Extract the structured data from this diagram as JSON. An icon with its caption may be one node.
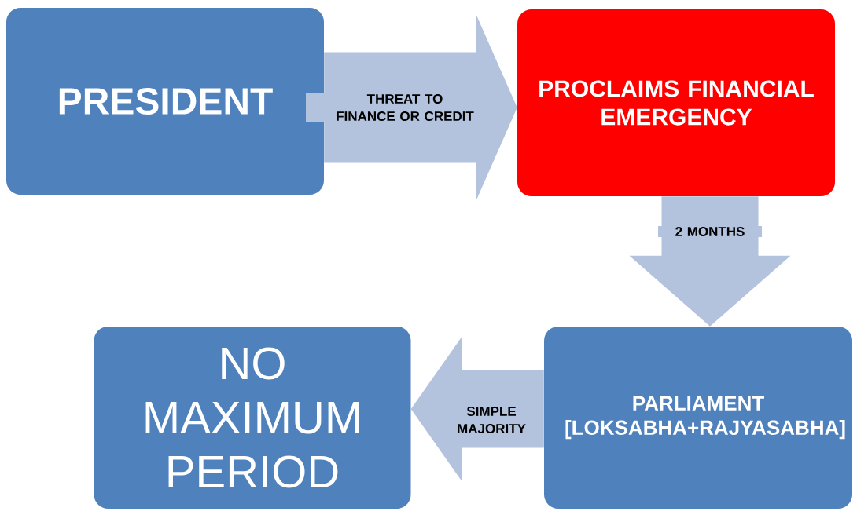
{
  "diagram": {
    "nodes": [
      {
        "text": [
          "PRESIDENT"
        ]
      },
      {
        "text": [
          "PROCLAIMS FINANCIAL EMERGENCY"
        ]
      },
      {
        "text": [
          "PARLIAMENT [LOKSABHA+RAJYASABHA]"
        ]
      },
      {
        "text": [
          "NO MAXIMUM PERIOD"
        ]
      }
    ],
    "edges": [
      {
        "from": 0,
        "to": 1,
        "arrow": "to",
        "label": "THREAT TO FINANCE OR CREDIT"
      },
      {
        "from": 1,
        "to": 2,
        "arrow": "to",
        "label": "2 MONTHS"
      },
      {
        "from": 2,
        "to": 3,
        "arrow": "to",
        "label": "SIMPLE MAJORITY"
      }
    ]
  }
}
